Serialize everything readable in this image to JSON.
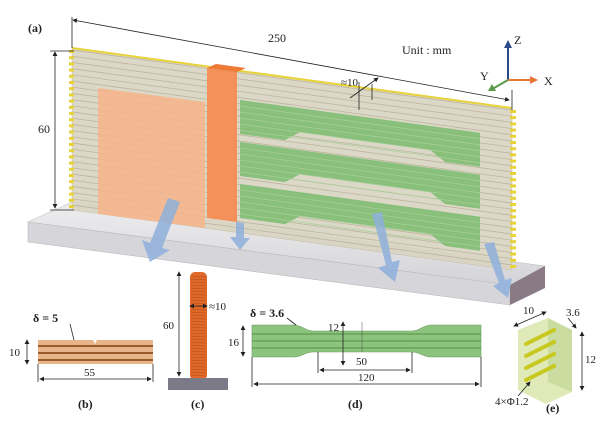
{
  "panels": {
    "a": {
      "label": "(a)",
      "length": "250",
      "height": "60",
      "layer_width": "≈10",
      "unit": "Unit : mm",
      "axes": {
        "z": "Z",
        "x": "X",
        "y": "Y"
      }
    },
    "b": {
      "label": "(b)",
      "thickness": "δ = 5",
      "height": "10",
      "length": "55"
    },
    "c": {
      "label": "(c)",
      "height": "60",
      "width": "≈10"
    },
    "d": {
      "label": "(d)",
      "thickness": "δ = 3.6",
      "gauge_width": "12",
      "width": "16",
      "gauge_length": "50",
      "length": "120"
    },
    "e": {
      "label": "(e)",
      "width": "10",
      "thickness": "3.6",
      "height": "12",
      "holes": "4×Φ1.2"
    }
  },
  "colors": {
    "copper": "#f2b48a",
    "pillar": "#f07a3a",
    "green": "#7fbf73",
    "wall": "#d8d2c0",
    "base": "#e2e2e4",
    "arrow": "#8fb0dc",
    "wire": "#e8d23a"
  }
}
